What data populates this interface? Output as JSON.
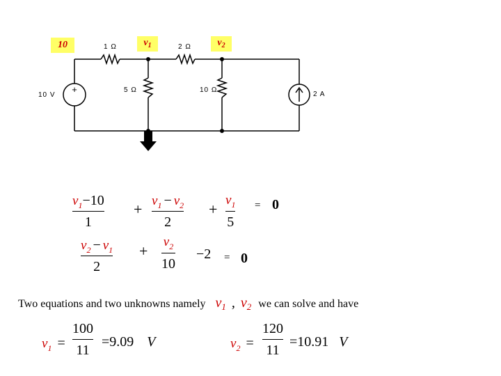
{
  "circuit": {
    "node_labels": {
      "left": "10",
      "v1": "v",
      "v1_sub": "1",
      "v2": "v",
      "v2_sub": "2"
    },
    "components": {
      "r1": "1 Ω",
      "r2": "2 Ω",
      "r5": "5 Ω",
      "r10": "10 Ω",
      "source_v": "10 V",
      "source_i": "2 A",
      "plus": "+"
    }
  },
  "eq1": {
    "t1_num_var": "v",
    "t1_num_sub": "1",
    "t1_num_rest": "−10",
    "t1_den": "1",
    "t2_num_a": "v",
    "t2_num_a_sub": "1",
    "t2_num_minus": "−",
    "t2_num_b": "v",
    "t2_num_b_sub": "2",
    "t2_den": "2",
    "t3_num_var": "v",
    "t3_num_sub": "1",
    "t3_den": "5",
    "plus": "+",
    "equals": "=",
    "rhs": "0"
  },
  "eq2": {
    "t1_num_a": "v",
    "t1_num_a_sub": "2",
    "t1_num_minus": "−",
    "t1_num_b": "v",
    "t1_num_b_sub": "1",
    "t1_den": "2",
    "t2_num_var": "v",
    "t2_num_sub": "2",
    "t2_den": "10",
    "plus": "+",
    "tail": "−2",
    "equals": "=",
    "rhs": "0"
  },
  "sentence": {
    "text": "Two equations and two unknowns namely",
    "var1": "v",
    "var1_sub": "1",
    "comma": ",",
    "var2": "v",
    "var2_sub": "2",
    "tail": "we can solve and have"
  },
  "results": {
    "v1": {
      "var": "v",
      "sub": "1",
      "eq": "=",
      "num": "100",
      "den": "11",
      "value": "=9.09",
      "unit": "V"
    },
    "v2": {
      "var": "v",
      "sub": "2",
      "eq": "=",
      "num": "120",
      "den": "11",
      "value": "=10.91",
      "unit": "V"
    }
  },
  "colors": {
    "accent_text": "#cc0000",
    "label_bg": "#ffff66",
    "wire": "#000000"
  }
}
